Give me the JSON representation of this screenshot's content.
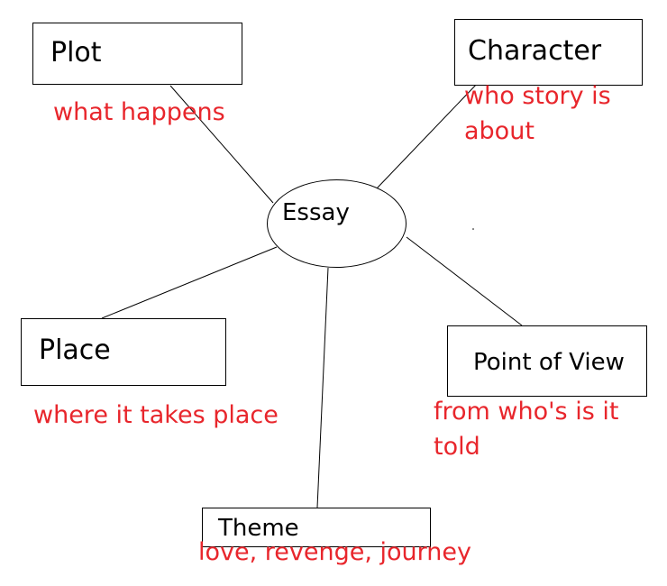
{
  "diagram": {
    "center": {
      "label": "Essay"
    },
    "nodes": {
      "plot": {
        "label": "Plot",
        "note": "what happens"
      },
      "character": {
        "label": "Character",
        "note_line1": "who story is",
        "note_line2": "about"
      },
      "place": {
        "label": "Place",
        "note": "where it takes place"
      },
      "point_of_view": {
        "label": "Point of View",
        "note_line1": "from who's is it",
        "note_line2": "told"
      },
      "theme": {
        "label": "Theme",
        "note": "love, revenge, journey"
      }
    }
  },
  "colors": {
    "annotation": "#e8262c",
    "outline": "#000000",
    "background": "#ffffff"
  }
}
